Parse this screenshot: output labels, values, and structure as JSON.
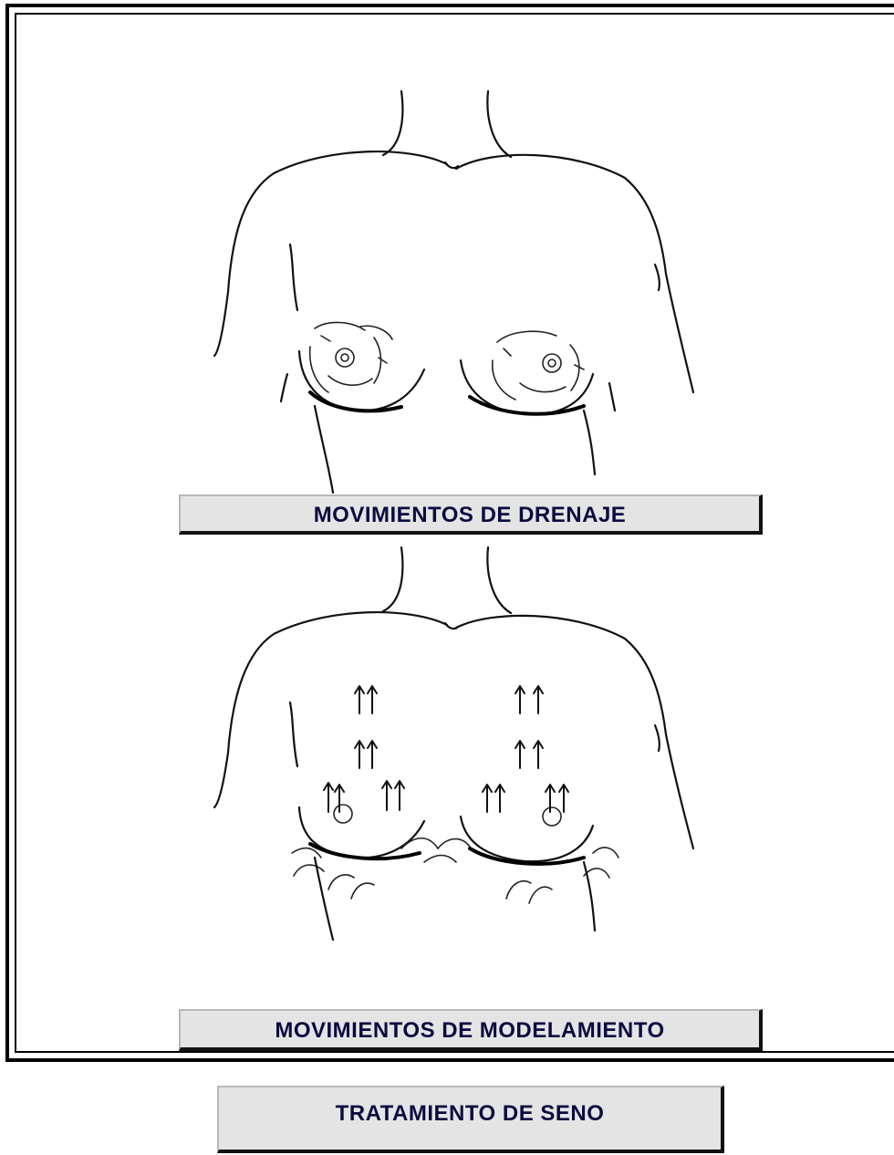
{
  "figures": [
    {
      "caption": "MOVIMIENTOS DE DRENAJE",
      "technique": "circular"
    },
    {
      "caption": "MOVIMIENTOS DE MODELAMIENTO",
      "technique": "upward-arrows"
    }
  ],
  "footer": {
    "title": "TRATAMIENTO DE SENO"
  },
  "colors": {
    "line": "#111111",
    "caption_bg": "#e4e4e4",
    "caption_text": "#0b0b40"
  }
}
